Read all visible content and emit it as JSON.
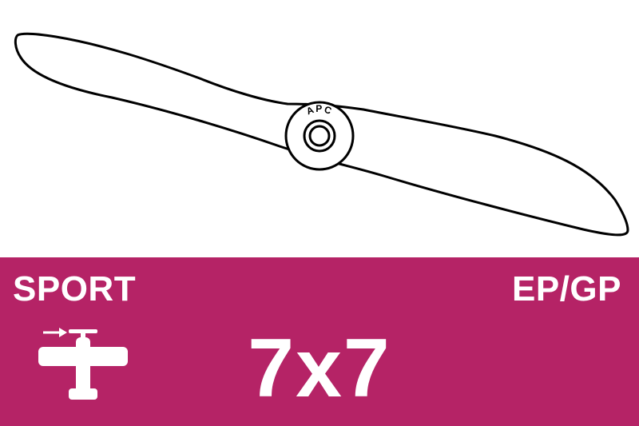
{
  "product": {
    "category": "SPORT",
    "power_type": "EP/GP",
    "size": "7x7",
    "hub_logo": "APC"
  },
  "icons": {
    "airplane": "airplane-pusher-icon",
    "propeller": "propeller-outline-icon"
  },
  "colors": {
    "banner": "#b52366",
    "foreground": "#ffffff",
    "outline": "#000000"
  }
}
